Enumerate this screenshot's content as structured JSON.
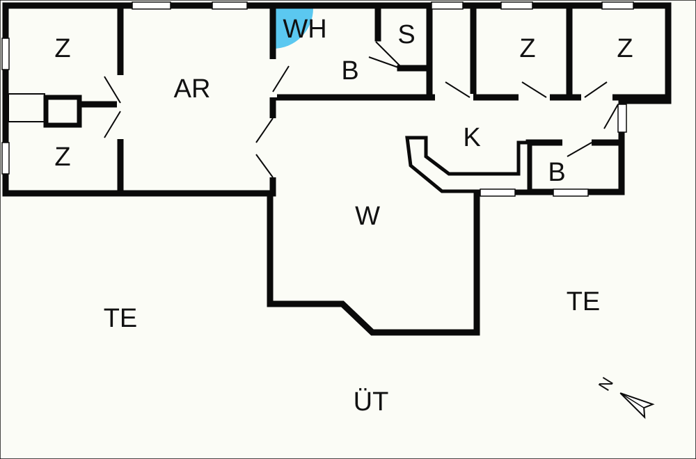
{
  "plan": {
    "background_color": "#fbfcf6",
    "wall_color": "#0a0a0a",
    "highlight_color": "#5bc8f0",
    "rooms": {
      "z_top_left": "Z",
      "z_bottom_left": "Z",
      "ar": "AR",
      "wh": "WH",
      "b_upper": "B",
      "s": "S",
      "z_right_1": "Z",
      "z_right_2": "Z",
      "k": "K",
      "b_lower": "B",
      "w": "W",
      "te_left": "TE",
      "te_right": "TE",
      "ut": "ÜT"
    },
    "compass_label": "N",
    "compass_icon": "north-arrow-icon"
  }
}
